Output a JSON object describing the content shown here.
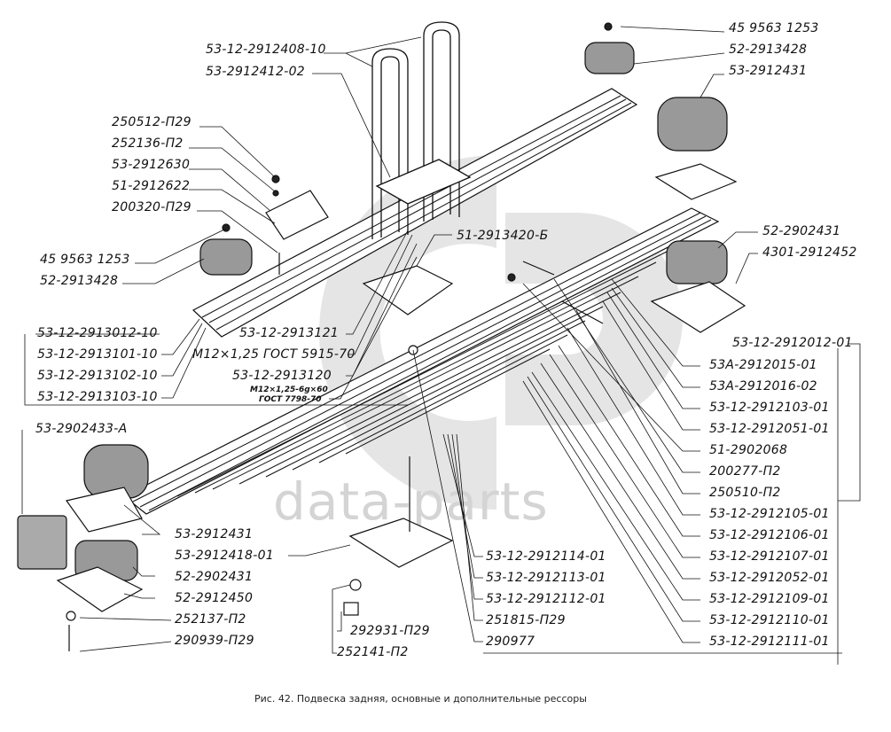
{
  "figure": {
    "caption": "Рис. 42. Подвеска задняя, основные и дополнительные рессоры",
    "watermark": "data-parts"
  },
  "labels": {
    "top_ubolt": "53-12-2912408-10",
    "top_ubolt_plate": "53-2912412-02",
    "nut_250512": "250512-П29",
    "washer_252136": "252136-П2",
    "bracket_53_2912630": "53-2912630",
    "pad_51_2912622": "51-2912622",
    "bolt_200320": "200320-П29",
    "nut_left_459563": "45 9563 1253",
    "buffer_left_52_2913428": "52-2913428",
    "nut_right_459563": "45 9563 1253",
    "buffer_right_52_2913428": "52-2913428",
    "cushion_right_53_2912431": "53-2912431",
    "stopper_51_2913420": "51-2913420-Б",
    "cushion_52_2902431_right": "52-2902431",
    "cap_4301_2912452": "4301-2912452",
    "aux_spring_assy": "53-12-2913012-10",
    "aux_leaf_101": "53-12-2913101-10",
    "aux_leaf_102": "53-12-2913102-10",
    "aux_leaf_103": "53-12-2913103-10",
    "aux_121": "53-12-2913121",
    "nut_m12_5915": "М12×1,25 ГОСТ 5915-70",
    "aux_120": "53-12-2913120",
    "bolt_m12_7798_line1": "М12×1,25-6g×60",
    "bolt_m12_7798_line2": "ГОСТ 7798-70",
    "main_spring_assy": "53-12-2912012-01",
    "leaf_53a_015": "53А-2912015-01",
    "leaf_53a_016": "53А-2912016-02",
    "leaf_103": "53-12-2912103-01",
    "leaf_051": "53-12-2912051-01",
    "pin_51_2902068": "51-2902068",
    "bolt_200277": "200277-П2",
    "nut_250510": "250510-П2",
    "leaf_105": "53-12-2912105-01",
    "leaf_106": "53-12-2912106-01",
    "leaf_107": "53-12-2912107-01",
    "leaf_052": "53-12-2912052-01",
    "leaf_109": "53-12-2912109-01",
    "leaf_110": "53-12-2912110-01",
    "leaf_111": "53-12-2912111-01",
    "leaf_114": "53-12-2912114-01",
    "leaf_113": "53-12-2912113-01",
    "leaf_112": "53-12-2912112-01",
    "nut_251815": "251815-П29",
    "bolt_290977": "290977",
    "nut_292931": "292931-П29",
    "washer_252141": "252141-П2",
    "cushion_left_53_2902433": "53-2902433-А",
    "cushion_left_53_2912431": "53-2912431",
    "pad_53_2912418": "53-2912418-01",
    "cushion_left_52_2902431": "52-2902431",
    "cap_52_2912450": "52-2912450",
    "washer_252137": "252137-П2",
    "bolt_290939": "290939-П29"
  }
}
